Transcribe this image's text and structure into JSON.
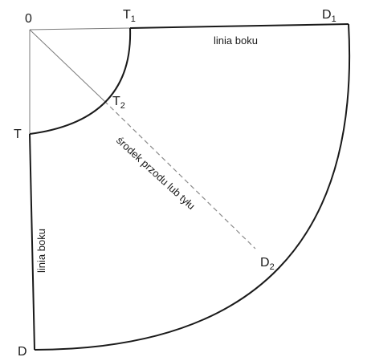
{
  "points": {
    "origin": "0",
    "t1": {
      "letter": "T",
      "sub": "1"
    },
    "d1": {
      "letter": "D",
      "sub": "1"
    },
    "t2": {
      "letter": "T",
      "sub": "2"
    },
    "t": "T",
    "d2": {
      "letter": "D",
      "sub": "2"
    },
    "d": "D"
  },
  "labels": {
    "side_top": "linia boku",
    "side_left": "linia boku",
    "center": "środek przodu lub tyłu"
  },
  "colors": {
    "stroke": "#1a1a1a",
    "thin": "#7a7a7a",
    "dash": "#8a8a8a",
    "text": "#1a1a1a"
  }
}
